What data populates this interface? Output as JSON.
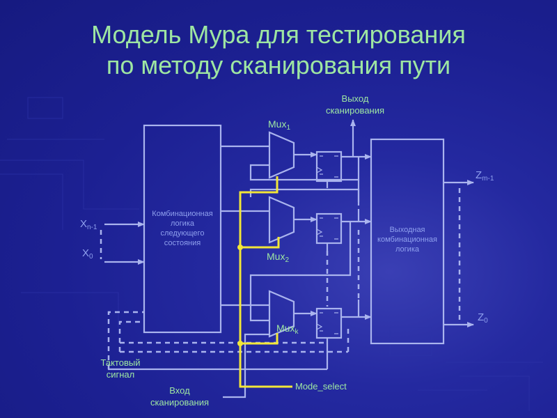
{
  "title_line1": "Модель Мура для тестирования",
  "title_line2": "по методу сканирования пути",
  "labels": {
    "scan_out_1": "Выход",
    "scan_out_2": "сканирования",
    "mux1": "Mux",
    "mux1_sub": "1",
    "mux2": "Mux",
    "mux2_sub": "2",
    "muxk": "Mux",
    "muxk_sub": "k",
    "comb_1": "Комбинационная",
    "comb_2": "логика",
    "comb_3": "следующего",
    "comb_4": "состояния",
    "out_1": "Выходная",
    "out_2": "комбинационная",
    "out_3": "логика",
    "x_top": "X",
    "x_top_sub": "n-1",
    "x_bottom": "X",
    "x_bottom_sub": "0",
    "z_top": "Z",
    "z_top_sub": "m-1",
    "z_bottom": "Z",
    "z_bottom_sub": "0",
    "clock_1": "Тактовый",
    "clock_2": "сигнал",
    "scan_in_1": "Вход",
    "scan_in_2": "сканирования",
    "mode_select": "Mode_select"
  },
  "colors": {
    "line": "#aab4ee",
    "text_green": "#9ee6a2",
    "text_blue": "#8fa0ee",
    "yellow": "#f2e638"
  }
}
